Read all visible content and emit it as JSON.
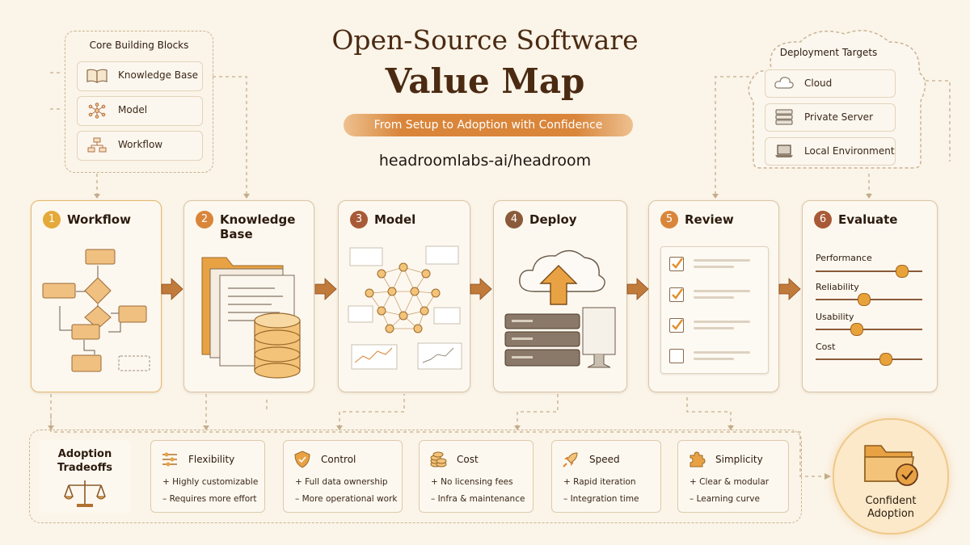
{
  "header": {
    "title_line1": "Open-Source Software",
    "title_line2": "Value Map",
    "subtitle": "From Setup to Adoption with Confidence",
    "repo": "headroomlabs-ai/headroom"
  },
  "building_blocks": {
    "title": "Core Building Blocks",
    "items": [
      {
        "label": "Knowledge Base",
        "icon": "book-icon"
      },
      {
        "label": "Model",
        "icon": "network-icon"
      },
      {
        "label": "Workflow",
        "icon": "flowchart-icon"
      }
    ]
  },
  "deployment": {
    "title": "Deployment Targets",
    "items": [
      {
        "label": "Cloud",
        "icon": "cloud-icon"
      },
      {
        "label": "Private Server",
        "icon": "server-icon"
      },
      {
        "label": "Local Environment",
        "icon": "laptop-icon"
      }
    ]
  },
  "stages": [
    {
      "num": "1",
      "name": "Workflow"
    },
    {
      "num": "2",
      "name": "Knowledge Base"
    },
    {
      "num": "3",
      "name": "Model"
    },
    {
      "num": "4",
      "name": "Deploy"
    },
    {
      "num": "5",
      "name": "Review"
    },
    {
      "num": "6",
      "name": "Evaluate"
    }
  ],
  "review_checks": [
    true,
    true,
    true,
    false
  ],
  "evaluate": {
    "metrics": [
      {
        "label": "Performance",
        "level": 0.8
      },
      {
        "label": "Reliability",
        "level": 0.45
      },
      {
        "label": "Usability",
        "level": 0.38
      },
      {
        "label": "Cost",
        "level": 0.65
      }
    ]
  },
  "tradeoffs": {
    "title_line1": "Adoption",
    "title_line2": "Tradeoffs",
    "items": [
      {
        "title": "Flexibility",
        "icon": "sliders-icon",
        "pro": "+  Highly customizable",
        "con": "–  Requires more effort"
      },
      {
        "title": "Control",
        "icon": "shield-icon",
        "pro": "+  Full data ownership",
        "con": "–  More operational work"
      },
      {
        "title": "Cost",
        "icon": "coins-icon",
        "pro": "+  No licensing fees",
        "con": "–  Infra & maintenance"
      },
      {
        "title": "Speed",
        "icon": "rocket-icon",
        "pro": "+  Rapid iteration",
        "con": "–  Integration time"
      },
      {
        "title": "Simplicity",
        "icon": "puzzle-icon",
        "pro": "+  Clear & modular",
        "con": "–  Learning curve"
      }
    ]
  },
  "outcome": {
    "line1": "Confident",
    "line2": "Adoption"
  },
  "colors": {
    "accent": "#e5a13a",
    "orange": "#d9853a",
    "brown": "#8a5a3a",
    "background": "#fbf4e8"
  }
}
